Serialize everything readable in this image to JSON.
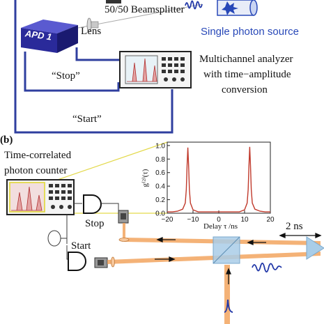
{
  "part_a": {
    "beamsplitter_label": "50/50 Beamsplitter",
    "source_label": "Single photon source",
    "lens_label": "Lens",
    "apd_label": "APD 1",
    "analyzer_label_lines": [
      "Multichannel analyzer",
      "with time−amplitude",
      "conversion"
    ],
    "stop_label": "“Stop”",
    "start_label": "“Start”"
  },
  "part_b": {
    "panel_label": "(b)",
    "counter_label_lines": [
      "Time-correlated",
      "photon counter"
    ],
    "stop_label": "Stop",
    "start_label": "Start",
    "delay_label": "2 ns"
  },
  "colors": {
    "apd_blue": "#2a2a9a",
    "cable_blue": "#2f3f9f",
    "source_blue": "#2848b8",
    "wave_blue": "#2238a8",
    "beam_orange": "#f2a45f",
    "curve_red": "#c0392b",
    "cube_blue": "#a9cde8",
    "highlight_yellow": "#e3d94a"
  },
  "chart_data": {
    "type": "line",
    "xlabel": "Delay τ /ns",
    "ylabel": "g⁽²⁾(τ)",
    "xlim": [
      -20,
      20
    ],
    "ylim": [
      0,
      1.05
    ],
    "xticks": [
      -20,
      -10,
      0,
      10,
      20
    ],
    "yticks": [
      0.0,
      0.2,
      0.4,
      0.6,
      0.8,
      1.0
    ],
    "series": [
      {
        "x": [
          -20,
          -18,
          -16,
          -14,
          -13,
          -12.6,
          -12.3,
          -12,
          -11.7,
          -11.4,
          -11,
          -10,
          -8,
          -6,
          -4,
          -2,
          0,
          2,
          4,
          6,
          8,
          10,
          11,
          11.4,
          11.7,
          12,
          12.3,
          12.6,
          13,
          14,
          16,
          18,
          20
        ],
        "y": [
          0.02,
          0.02,
          0.03,
          0.06,
          0.15,
          0.35,
          0.7,
          0.97,
          0.7,
          0.35,
          0.15,
          0.05,
          0.02,
          0.02,
          0.02,
          0.02,
          0.02,
          0.02,
          0.02,
          0.02,
          0.02,
          0.05,
          0.15,
          0.35,
          0.7,
          0.98,
          0.7,
          0.35,
          0.15,
          0.06,
          0.03,
          0.02,
          0.02
        ]
      }
    ]
  }
}
